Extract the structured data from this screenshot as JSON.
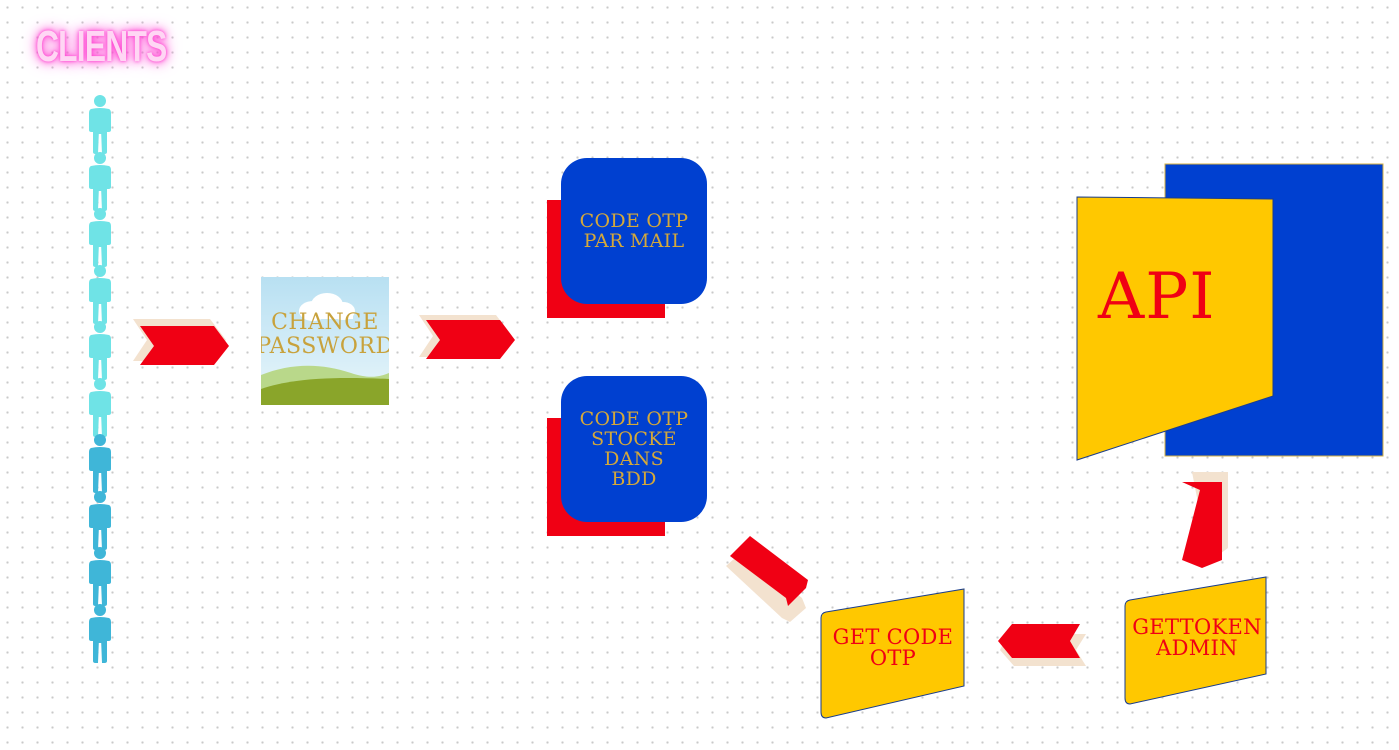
{
  "clients": {
    "title": "CLIENTS",
    "count": 10
  },
  "nodes": {
    "change_password": "CHANGE PASSWORD",
    "otp_mail": "CODE OTP PAR MAIL",
    "otp_db": "CODE OTP STOCKÉ DANS BDD",
    "api": "API",
    "get_code_otp": "GET CODE OTP",
    "gettoken_admin": "GETTOKEN ADMIN"
  },
  "colors": {
    "red": "#f00014",
    "blue": "#0040d0",
    "yellow": "#ffc800",
    "gold_text": "#c8a23c",
    "person_light": "#6fe3e6",
    "person_dark": "#3fb6d8",
    "neon_pink": "#ff3fd0"
  }
}
